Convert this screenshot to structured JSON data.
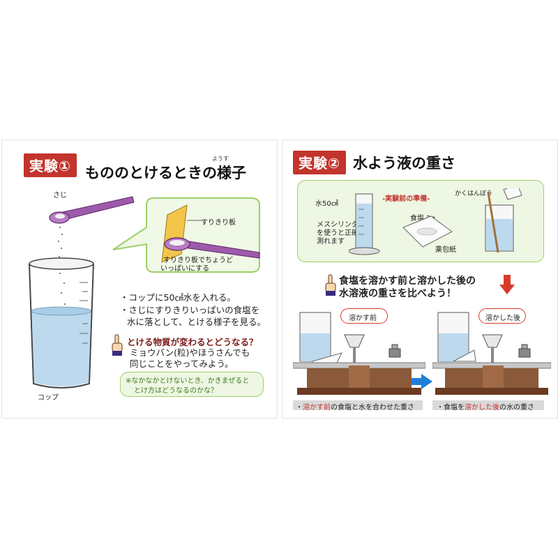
{
  "left": {
    "badge": "実験①",
    "title": "もののとけるときの様子",
    "ruby": "ようす",
    "label_spoon": "さじ",
    "label_board": "すりきり板",
    "callout_line1": "すりきり板でちょうど",
    "callout_line2": "いっぱいにする",
    "label_cup": "コップ",
    "bullet1": "・コップに50㎠水を入れる。",
    "bullet2_line1": "・さじにすりきりいっぱいの食塩を",
    "bullet2_line2": "水に落として、とける様子を見る。",
    "question": "とける物質が変わるとどうなる？",
    "try_line1": "ミョウバン(粒)やほうさんでも",
    "try_line2": "同じことをやってみよう。",
    "note_line1": "※なかなかとけないとき、かきまぜると",
    "note_line2": "とけ方はどうなるのかな？"
  },
  "right": {
    "badge": "実験②",
    "title": "水よう液の重さ",
    "prep_title": "-実験前の準備-",
    "label_water": "水50㎠",
    "label_cylinder_1": "メスシリンダー",
    "label_cylinder_2": "を使うと正確に",
    "label_cylinder_3": "測れます",
    "label_salt": "食塩 2g",
    "label_paper": "薬包紙",
    "label_stir": "かくはんぼう",
    "compare_line1": "食塩を溶かす前と溶かした後の",
    "compare_line2": "水溶液の重さを比べよう！",
    "bubble_before": "溶かす前",
    "bubble_after": "溶かした後",
    "caption_before_pre": "・",
    "caption_before_red": "溶かす前",
    "caption_before_post": "の食塩と水を合わせた重さ",
    "caption_after_pre": "・食塩を",
    "caption_after_red": "溶かした後",
    "caption_after_post": "の水の重さ"
  },
  "colors": {
    "badge_red": "#c2342c",
    "spoon_purple": "#8e4a9c",
    "water_blue": "#bcd9ee",
    "green_border": "#9ccf68",
    "balance_brown": "#8a5a3a",
    "arrow_blue": "#1f7fd8"
  },
  "icons": [
    "pointing-hand-icon",
    "down-arrow-icon",
    "right-arrow-icon"
  ]
}
